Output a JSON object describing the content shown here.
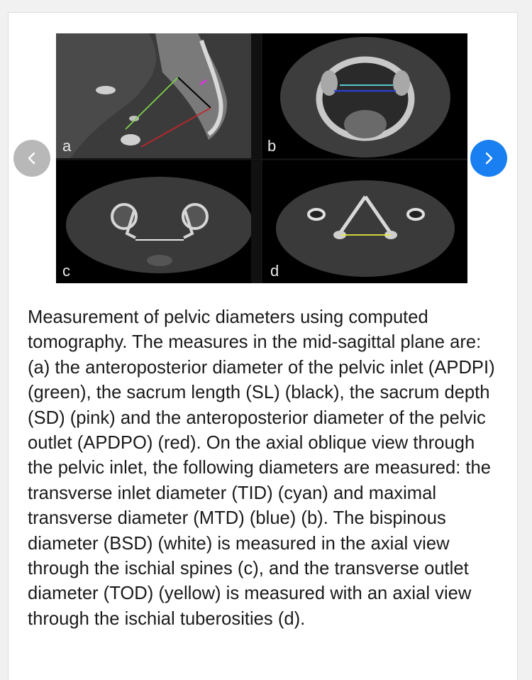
{
  "carousel": {
    "prev_icon": "chevron-left-icon",
    "next_icon": "chevron-right-icon",
    "prev_color": "#b8b8b8",
    "next_color": "#1a7ff0"
  },
  "figure": {
    "panel_labels": [
      "a",
      "b",
      "c",
      "d"
    ],
    "measure_colors": {
      "APDPI": "#7cd14a",
      "SL": "#000000",
      "SD": "#d33ad8",
      "APDPO": "#c0262a",
      "TID": "#58e0e8",
      "MTD": "#2c3fd6",
      "BSD": "#ffffff",
      "TOD": "#e8e83a"
    }
  },
  "caption": {
    "text": "Measurement of pelvic diameters using computed tomography. The measures in the mid-sagittal plane are: (a) the anteroposterior diameter of the pelvic inlet (APDPI) (green), the sacrum length (SL) (black), the sacrum depth (SD) (pink) and the anteroposterior diameter of the pelvic outlet (APDPO) (red). On the axial oblique view through the pelvic inlet, the following diameters are measured: the transverse inlet diameter (TID) (cyan) and maximal transverse diameter (MTD) (blue) (b). The bispinous diameter (BSD) (white) is measured in the axial view through the ischial spines (c), and the transverse outlet diameter (TOD) (yellow) is measured with an axial view through the ischial tuberosities (d)."
  }
}
